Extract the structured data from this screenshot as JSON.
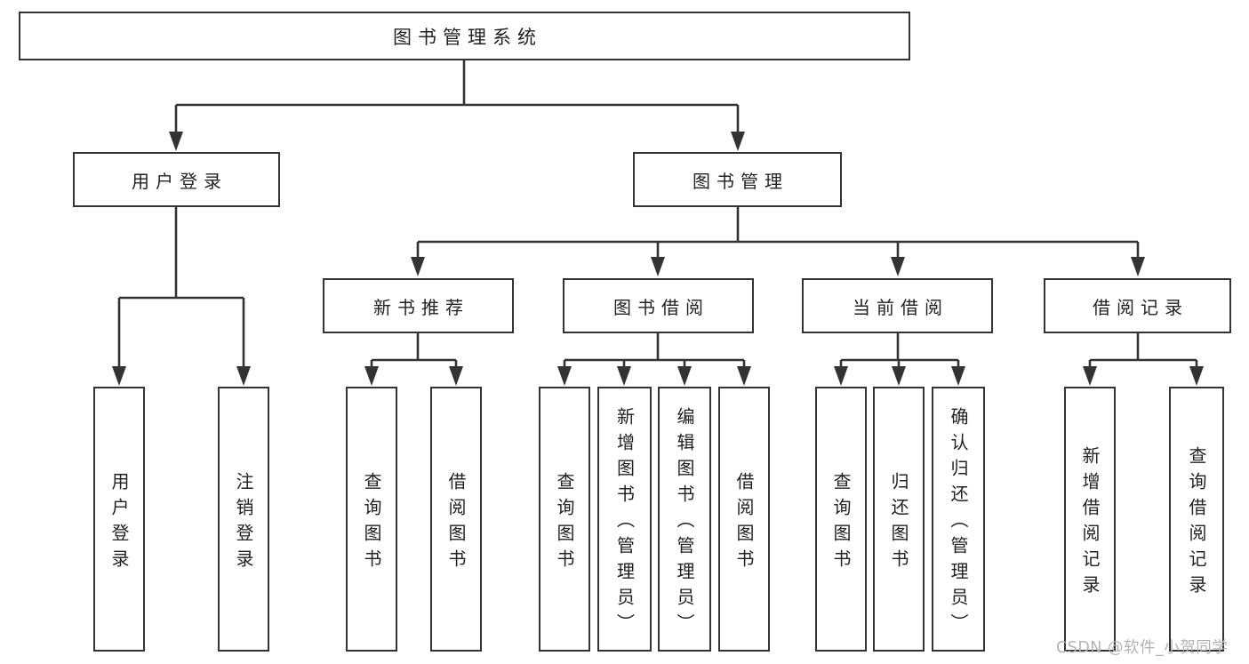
{
  "diagram": {
    "root": {
      "label": "图书管理系统"
    },
    "branches": [
      {
        "label": "用户登录",
        "children": [
          {
            "label": "用户登录"
          },
          {
            "label": "注销登录"
          }
        ]
      },
      {
        "label": "图书管理",
        "children": [
          {
            "label": "新书推荐",
            "children": [
              {
                "label": "查询图书"
              },
              {
                "label": "借阅图书"
              }
            ]
          },
          {
            "label": "图书借阅",
            "children": [
              {
                "label": "查询图书"
              },
              {
                "label": "新增图书（管理员）"
              },
              {
                "label": "编辑图书（管理员）"
              },
              {
                "label": "借阅图书"
              }
            ]
          },
          {
            "label": "当前借阅",
            "children": [
              {
                "label": "查询图书"
              },
              {
                "label": "归还图书"
              },
              {
                "label": "确认归还（管理员）"
              }
            ]
          },
          {
            "label": "借阅记录",
            "children": [
              {
                "label": "新增借阅记录"
              },
              {
                "label": "查询借阅记录"
              }
            ]
          }
        ]
      }
    ]
  },
  "watermark": {
    "text": "CSDN @软件_小贺同学"
  },
  "colors": {
    "line": "#333333",
    "box_border": "#333333",
    "text": "#222222",
    "watermark": "#b3b3b3",
    "background": "#ffffff"
  }
}
